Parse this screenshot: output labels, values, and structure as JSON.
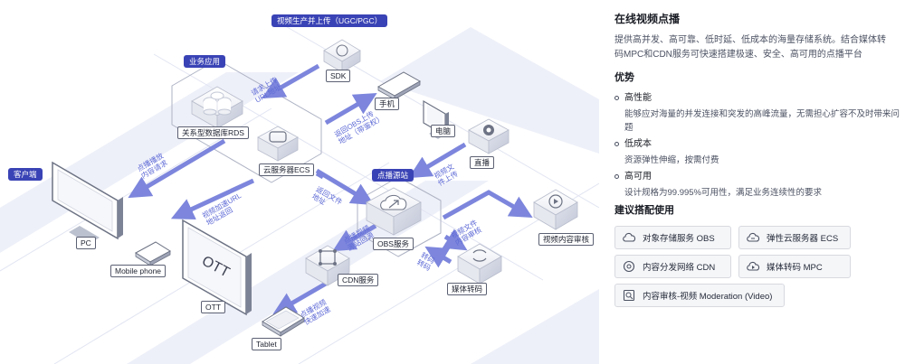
{
  "diagram": {
    "tags": {
      "production": "视频生产并上传（UGC/PGC）",
      "business": "业务应用",
      "vod_source": "点播源站",
      "client": "客户端"
    },
    "nodes": {
      "sdk": "SDK",
      "phone": "手机",
      "computer": "电脑",
      "live": "直播",
      "rds": "关系型数据库RDS",
      "ecs": "云服务器ECS",
      "obs": "OBS服务",
      "review": "视频内容审核",
      "cdn": "CDN服务",
      "transcode": "媒体转码",
      "pc": "PC",
      "mobile": "Mobile phone",
      "ott": "OTT",
      "ott_screen": "OTT",
      "tablet": "Tablet"
    },
    "arrows": {
      "request_upload_line1": "请求上传",
      "request_upload_line2": "URL地址",
      "return_obs_line1": "返回OBS上传",
      "return_obs_line2": "地址（带鉴权）",
      "click_play_line1": "点播播放",
      "click_play_line2": "内容请求",
      "video_upload_line1": "视频文",
      "video_upload_line2": "件上传",
      "return_file_line1": "返回文件",
      "return_file_line2": "地址",
      "video_accel_line1": "视频加速URL",
      "video_accel_line2": "地址返回",
      "review_line1": "视频文件",
      "review_line2": "内容审核",
      "cdn_pull_line1": "点播视频",
      "cdn_pull_line2": "源站回源",
      "transcode_line1": "转码",
      "transcode_line2": "转码",
      "accel_play_line1": "点播视频",
      "accel_play_line2": "快速加速"
    }
  },
  "panel": {
    "title": "在线视频点播",
    "description": "提供高并发、高可靠、低时延、低成本的海量存储系统。结合媒体转码MPC和CDN服务可快速搭建极速、安全、高可用的点播平台",
    "advantages_title": "优势",
    "advantages": [
      {
        "title": "高性能",
        "text": "能够应对海量的并发连接和突发的高峰流量，无需担心扩容不及时带来问题"
      },
      {
        "title": "低成本",
        "text": "资源弹性伸缩，按需付费"
      },
      {
        "title": "高可用",
        "text": "设计规格为99.995%可用性，满足业务连续性的要求"
      }
    ],
    "recommend_title": "建议搭配使用",
    "recommendations": [
      {
        "label": "对象存储服务 OBS",
        "icon": "cloud-storage-icon"
      },
      {
        "label": "弹性云服务器 ECS",
        "icon": "cloud-server-icon"
      },
      {
        "label": "内容分发网络 CDN",
        "icon": "cdn-network-icon"
      },
      {
        "label": "媒体转码 MPC",
        "icon": "media-transcode-icon"
      },
      {
        "label": "内容审核-视频 Moderation (Video)",
        "icon": "moderation-icon"
      }
    ],
    "colors": {
      "accent": "#3a43b5",
      "arrow": "#7d86dc",
      "band": "#eceef8"
    }
  }
}
